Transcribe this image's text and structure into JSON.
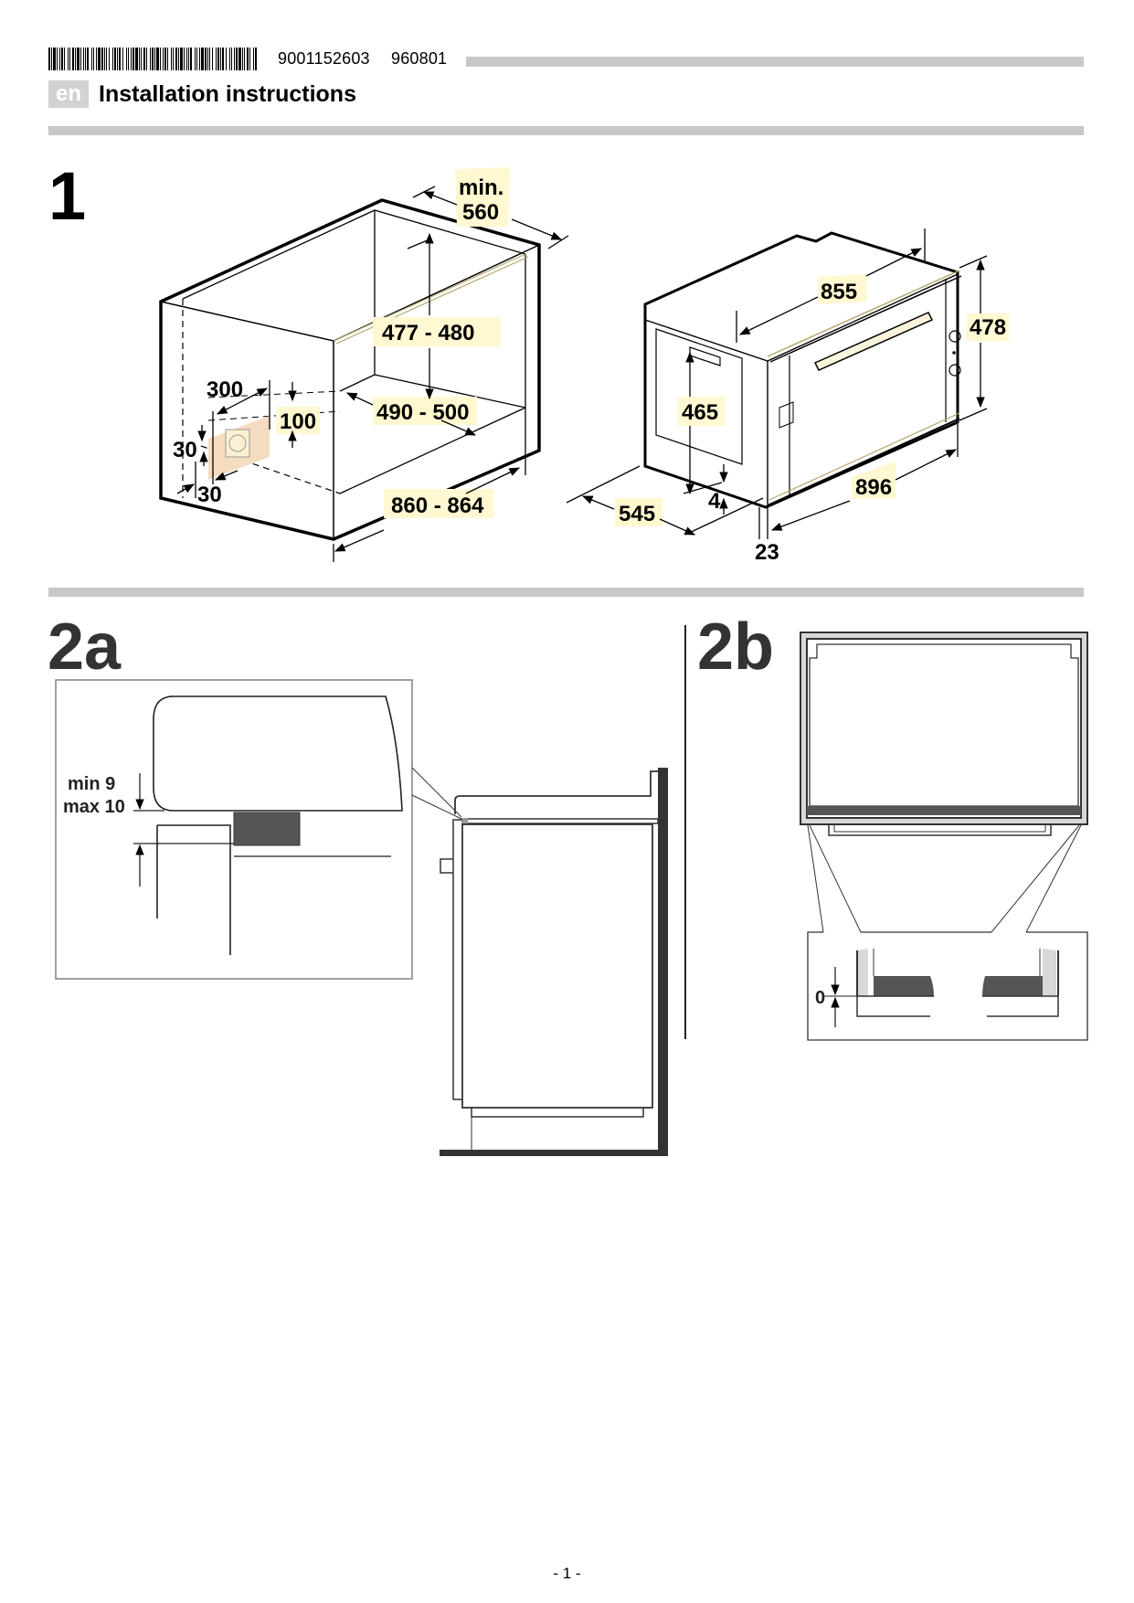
{
  "header": {
    "article_number": "9001152603",
    "date_code": "960801",
    "language_badge": "en",
    "title": "Installation instructions"
  },
  "figures": {
    "fig1": {
      "label": "1",
      "niche_dimensions": {
        "depth_min_label": "min.",
        "depth_min_value": "560",
        "height": "477 - 480",
        "width_inner": "490 - 500",
        "width_outer": "860 - 864",
        "socket_zone_width": "300",
        "socket_zone_height": "100",
        "socket_offset_vertical": "30",
        "socket_offset_horizontal": "30"
      },
      "appliance_dimensions": {
        "width_body": "855",
        "height_front": "478",
        "height_body": "465",
        "depth": "545",
        "foot_gap": "4",
        "front_width": "896",
        "front_thickness": "23"
      }
    },
    "fig2a": {
      "label": "2a",
      "gap_min": "min 9",
      "gap_max": "max 10"
    },
    "fig2b": {
      "label": "2b",
      "gap": "0"
    }
  },
  "colors": {
    "rule_grey": "#c8c8c8",
    "highlight_yellow": "#fff8d0",
    "socket_zone": "#f5dcc0",
    "dark_fill": "#555555"
  },
  "footer": {
    "page_number": "- 1 -"
  }
}
